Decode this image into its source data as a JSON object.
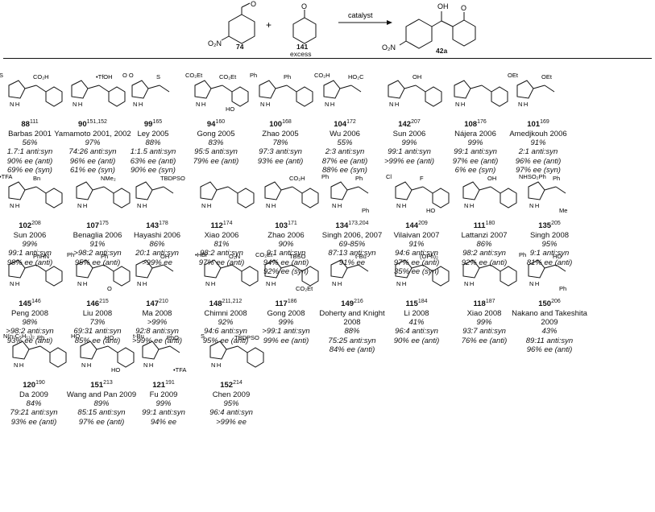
{
  "scheme": {
    "reagent_a": {
      "label": "74",
      "group": "O₂N"
    },
    "reagent_b": {
      "label": "141",
      "note": "excess"
    },
    "plus": "+",
    "arrow_label": "catalyst",
    "product": {
      "label": "42a",
      "group": "O₂N",
      "oh": "OH"
    }
  },
  "catalysts": [
    {
      "id": "88",
      "ref": "111",
      "author": "Barbas 2001",
      "yield": "56%",
      "dr": "1.7:1 anti:syn",
      "ee": [
        "90% ee (anti)",
        "69% ee (syn)"
      ],
      "notes": [
        "CO₂H",
        "S"
      ]
    },
    {
      "id": "90",
      "ref": "151,152",
      "author": "Yamamoto 2001, 2002",
      "yield": "97%",
      "dr": "74:26 anti:syn",
      "ee": [
        "96% ee (anti)",
        "61% ee (syn)"
      ],
      "notes": [
        "•TfOH"
      ]
    },
    {
      "id": "99",
      "ref": "165",
      "author": "Ley 2005",
      "yield": "88%",
      "dr": "1:1.5 anti:syn",
      "ee": [
        "63% ee (anti)",
        "90% ee (syn)"
      ],
      "notes": [
        "S",
        "O O"
      ]
    },
    {
      "id": "94",
      "ref": "160",
      "author": "Gong 2005",
      "yield": "83%",
      "dr": "95:5 anti:syn",
      "ee": [
        "79% ee (anti)"
      ],
      "notes": [
        "CO₂Et",
        "CO₂Et",
        "HO"
      ]
    },
    {
      "id": "100",
      "ref": "168",
      "author": "Zhao 2005",
      "yield": "78%",
      "dr": "97:3 anti:syn",
      "ee": [
        "93% ee (anti)"
      ],
      "notes": [
        "Ph",
        "Ph"
      ]
    },
    {
      "id": "104",
      "ref": "172",
      "author": "Wu 2006",
      "yield": "55%",
      "dr": "2:3 anti:syn",
      "ee": [
        "87% ee (anti)",
        "88% ee (syn)"
      ],
      "notes": [
        "HO₂C",
        "CO₂H"
      ]
    },
    {
      "id": "142",
      "ref": "207",
      "author": "Sun 2006",
      "yield": "99%",
      "dr": "99:1 anti:syn",
      "ee": [
        ">99% ee (anti)"
      ],
      "notes": [
        "OH"
      ]
    },
    {
      "id": "108",
      "ref": "176",
      "author": "Nájera 2006",
      "yield": "99%",
      "dr": "99:1 anti:syn",
      "ee": [
        "97% ee (anti)",
        "6% ee (syn)"
      ],
      "notes": []
    },
    {
      "id": "101",
      "ref": "169",
      "author": "Amedjkouh 2006",
      "yield": "91%",
      "dr": "2:1 anti:syn",
      "ee": [
        "96% ee (anti)",
        "97% ee (syn)"
      ],
      "notes": [
        "OEt",
        "OEt"
      ]
    },
    {
      "id": "102",
      "ref": "208",
      "author": "Sun 2006",
      "yield": "99%",
      "dr": "99:1 anti:syn",
      "ee": [
        "98% ee (anti)"
      ],
      "notes": [
        "Bn",
        "•TFA"
      ]
    },
    {
      "id": "107",
      "ref": "175",
      "author": "Benaglia 2006",
      "yield": "91%",
      "dr": ">98:2 anti:syn",
      "ee": [
        "95% ee (anti)"
      ],
      "notes": [
        "NMe₂"
      ]
    },
    {
      "id": "143",
      "ref": "178",
      "author": "Hayashi 2006",
      "yield": "86%",
      "dr": "20:1 anti:syn",
      "ee": [
        ">99% ee"
      ],
      "notes": [
        "TBDPSO"
      ]
    },
    {
      "id": "112",
      "ref": "174",
      "author": "Xiao 2006",
      "yield": "81%",
      "dr": "98:2 anti:syn",
      "ee": [
        "97% ee (anti)"
      ],
      "notes": []
    },
    {
      "id": "103",
      "ref": "171",
      "author": "Zhao 2006",
      "yield": "90%",
      "dr": "9:1 anti:syn",
      "ee": [
        "94% ee (anti)",
        "92% ee (syn)"
      ],
      "notes": [
        "CO₂H"
      ]
    },
    {
      "id": "134",
      "ref": "173,204",
      "author": "Singh 2006, 2007",
      "yield": "69-85%",
      "dr": "87:13 anti:syn",
      "ee": [
        "91% ee"
      ],
      "notes": [
        "Ph",
        "Ph",
        "Ph",
        "OH"
      ]
    },
    {
      "id": "144",
      "ref": "209",
      "author": "Vilaivan 2007",
      "yield": "91%",
      "dr": "94:6 anti:syn",
      "ee": [
        "97% ee (anti)",
        "35% ee (syn)"
      ],
      "notes": [
        "F",
        "Cl",
        "HO"
      ]
    },
    {
      "id": "111",
      "ref": "180",
      "author": "Lattanzi 2007",
      "yield": "86%",
      "dr": "98:2 anti:syn",
      "ee": [
        "92% ee (anti)"
      ],
      "notes": [
        "OH"
      ]
    },
    {
      "id": "135",
      "ref": "205",
      "author": "Singh 2008",
      "yield": "95%",
      "dr": "9:1 anti:syn",
      "ee": [
        "81% ee (anti)"
      ],
      "notes": [
        "Ph",
        "NHSO₂Ph",
        "Me"
      ]
    },
    {
      "id": "145",
      "ref": "146",
      "author": "Peng 2008",
      "yield": "98%",
      "dr": ">98:2 anti:syn",
      "ee": [
        "93% ee (anti)"
      ],
      "notes": [
        "PhHN"
      ]
    },
    {
      "id": "146",
      "ref": "215",
      "author": "Liu 2008",
      "yield": "73%",
      "dr": "69:31 anti:syn",
      "ee": [
        "85% ee (anti)"
      ],
      "notes": [
        "Ph",
        "Ph",
        "O"
      ]
    },
    {
      "id": "147",
      "ref": "210",
      "author": "Ma 2008",
      "yield": ">99%",
      "dr": "92:8 anti:syn",
      "ee": [
        ">99% ee (anti)"
      ],
      "notes": [
        "OH"
      ]
    },
    {
      "id": "148",
      "ref": "211,212",
      "author": "Chimni 2008",
      "yield": "92%",
      "dr": "94:6 anti:syn",
      "ee": [
        "95% ee (anti)"
      ],
      "notes": [
        "O₂N",
        "•HBr"
      ]
    },
    {
      "id": "117",
      "ref": "186",
      "author": "Gong 2008",
      "yield": "99%",
      "dr": ">99:1 anti:syn",
      "ee": [
        "99% ee (anti)"
      ],
      "notes": [
        "TBSO",
        "CO₂Et",
        "CO₂Et",
        "HO"
      ]
    },
    {
      "id": "149",
      "ref": "216",
      "author": "Doherty and Knight 2008",
      "yield": "88%",
      "dr": "75:25 anti:syn",
      "ee": [
        "84% ee (anti)"
      ],
      "notes": [
        "t-Bu"
      ]
    },
    {
      "id": "115",
      "ref": "184",
      "author": "Li 2008",
      "yield": "41%",
      "dr": "96:4 anti:syn",
      "ee": [
        "90% ee (anti)"
      ],
      "notes": [
        "(OPh)₂"
      ]
    },
    {
      "id": "118",
      "ref": "187",
      "author": "Xiao 2008",
      "yield": "99%",
      "dr": "93:7 anti:syn",
      "ee": [
        "76% ee (anti)"
      ],
      "notes": []
    },
    {
      "id": "150",
      "ref": "206",
      "author": "Nakano and Takeshita 2009",
      "yield": "43%",
      "dr": "89:11 anti:syn",
      "ee": [
        "96% ee (anti)"
      ],
      "notes": [
        "HO",
        "Ph",
        "Ph",
        "Bn",
        "OH"
      ]
    },
    {
      "id": "120",
      "ref": "190",
      "author": "Da 2009",
      "yield": "84%",
      "dr": "79:21 anti:syn",
      "ee": [
        "93% ee (anti)"
      ],
      "notes": [
        "Ph",
        "N(n-C₅H₁₁)₂"
      ]
    },
    {
      "id": "151",
      "ref": "213",
      "author": "Wang and Pan 2009",
      "yield": "89%",
      "dr": "85:15 anti:syn",
      "ee": [
        "97% ee (anti)"
      ],
      "notes": [
        "HO",
        "HO",
        "HO"
      ]
    },
    {
      "id": "121",
      "ref": "191",
      "author": "Fu 2009",
      "yield": "99%",
      "dr": "99:1 anti:syn",
      "ee": [
        "94% ee"
      ],
      "notes": [
        "PhO",
        "t-Bu",
        "•TFA",
        "HO"
      ]
    },
    {
      "id": "152",
      "ref": "214",
      "author": "Chen 2009",
      "yield": "95%",
      "dr": "96:4 anti:syn",
      "ee": [
        ">99% ee"
      ],
      "notes": [
        "TBDPSO",
        "S"
      ]
    }
  ]
}
